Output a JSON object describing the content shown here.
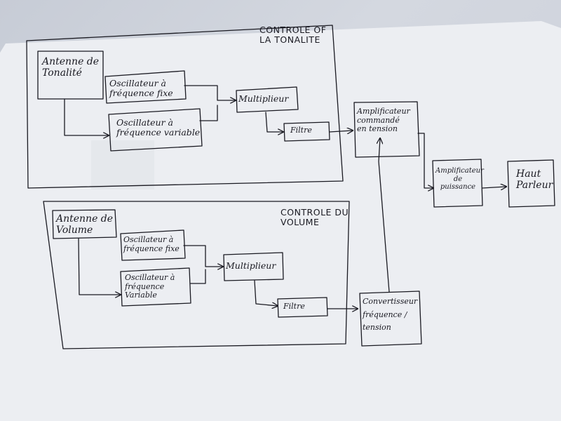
{
  "tone_section": {
    "title_line1": "CONTROLE OF",
    "title_line2": "LA TONALITE",
    "antenna": [
      "Antenne de",
      "Tonalité"
    ],
    "osc_fixed": [
      "Oscillateur à",
      "fréquence fixe"
    ],
    "osc_variable": [
      "Oscillateur à",
      "fréquence variable"
    ],
    "multiplier": "Multiplieur",
    "filter": "Filtre"
  },
  "volume_section": {
    "title_line1": "CONTROLE DU",
    "title_line2": "VOLUME",
    "antenna": [
      "Antenne de",
      "Volume"
    ],
    "osc_fixed": [
      "Oscillateur à",
      "fréquence fixe"
    ],
    "osc_variable": [
      "Oscillateur à",
      "fréquence",
      "Variable"
    ],
    "multiplier": "Multiplieur",
    "filter": "Filtre"
  },
  "vca": [
    "Amplificateur",
    "commandé",
    "en tension"
  ],
  "converter": [
    "Convertisseur",
    "fréquence /",
    "tension"
  ],
  "power_amp": [
    "Amplificateur",
    "de",
    "puissance"
  ],
  "speaker": [
    "Haut",
    "Parleur"
  ],
  "colors": {
    "ink": "#1a1a22",
    "paper": "#eef0f3"
  }
}
